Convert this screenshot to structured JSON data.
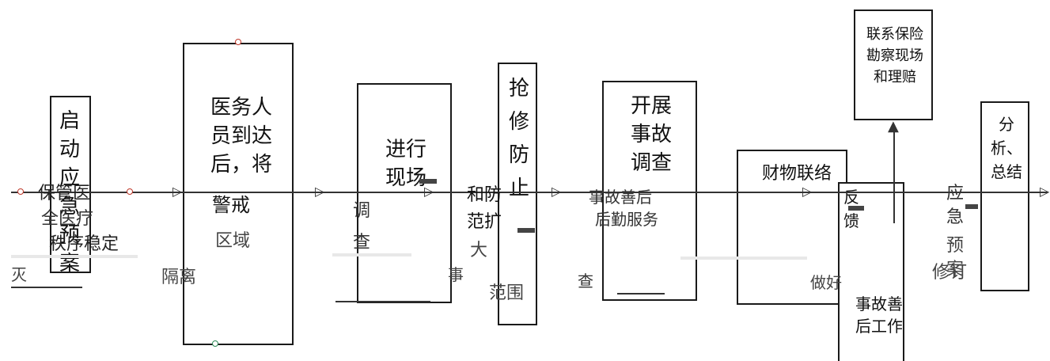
{
  "nodes": {
    "start": "启动应急预案",
    "start_lower": [
      "保管医",
      "全医疗",
      "秩序稳定"
    ],
    "medical": "医务人员到达后，将",
    "medical_lower": [
      "警戒",
      "区域",
      "隔离"
    ],
    "med_suffix": "灭",
    "investigate": "进行现场",
    "investigate_lower": [
      "调",
      "查"
    ],
    "repair": "抢修防止",
    "repair_lower": [
      "和防",
      "范扩",
      "大",
      "范围"
    ],
    "repair_suffix": "事",
    "accident": "开展事故调查",
    "accident_lower": [
      "事故善后",
      "后勤服务"
    ],
    "accident_suffix": "查",
    "insurance": "联系保险勘察现场和理赔",
    "notify": "财物联络",
    "report": "反馈",
    "report_suffix": "做好",
    "aftermath": "事故善后工作",
    "analysis": "分析、总结",
    "analysis_lower": [
      "应急",
      "预案",
      "修订"
    ]
  }
}
